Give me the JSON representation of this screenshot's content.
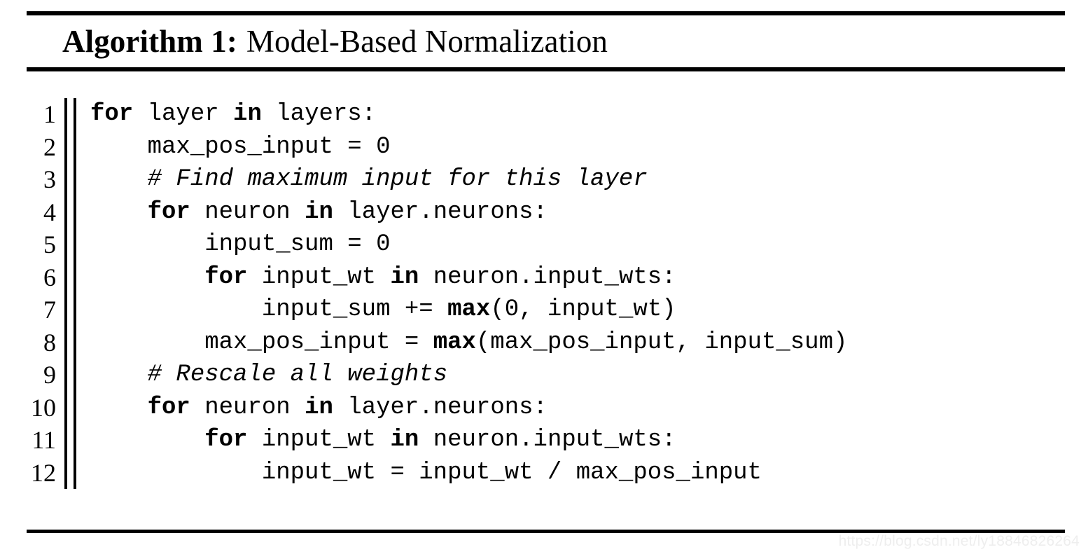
{
  "algorithm": {
    "caption": {
      "label": "Algorithm 1:",
      "title": "Model-Based Normalization"
    },
    "line_numbers": [
      "1",
      "2",
      "3",
      "4",
      "5",
      "6",
      "7",
      "8",
      "9",
      "10",
      "11",
      "12"
    ],
    "code_lines": [
      {
        "number": "1",
        "indent": 0,
        "text": "for layer in layers:",
        "tokens": [
          {
            "t": "for",
            "style": "bold"
          },
          {
            "t": " layer ",
            "style": "plain"
          },
          {
            "t": "in",
            "style": "bold"
          },
          {
            "t": " layers:",
            "style": "plain"
          }
        ]
      },
      {
        "number": "2",
        "indent": 4,
        "text": "max_pos_input = 0",
        "tokens": [
          {
            "t": "    max_pos_input = 0",
            "style": "plain"
          }
        ]
      },
      {
        "number": "3",
        "indent": 4,
        "text": "# Find maximum input for this layer",
        "tokens": [
          {
            "t": "    ",
            "style": "plain"
          },
          {
            "t": "# Find maximum input for this layer",
            "style": "italic"
          }
        ]
      },
      {
        "number": "4",
        "indent": 4,
        "text": "for neuron in layer.neurons:",
        "tokens": [
          {
            "t": "    ",
            "style": "plain"
          },
          {
            "t": "for",
            "style": "bold"
          },
          {
            "t": " neuron ",
            "style": "plain"
          },
          {
            "t": "in",
            "style": "bold"
          },
          {
            "t": " layer.neurons:",
            "style": "plain"
          }
        ]
      },
      {
        "number": "5",
        "indent": 8,
        "text": "input_sum = 0",
        "tokens": [
          {
            "t": "        input_sum = 0",
            "style": "plain"
          }
        ]
      },
      {
        "number": "6",
        "indent": 8,
        "text": "for input_wt in neuron.input_wts:",
        "tokens": [
          {
            "t": "        ",
            "style": "plain"
          },
          {
            "t": "for",
            "style": "bold"
          },
          {
            "t": " input_wt ",
            "style": "plain"
          },
          {
            "t": "in",
            "style": "bold"
          },
          {
            "t": " neuron.input_wts:",
            "style": "plain"
          }
        ]
      },
      {
        "number": "7",
        "indent": 12,
        "text": "input_sum += max(0, input_wt)",
        "tokens": [
          {
            "t": "            input_sum += ",
            "style": "plain"
          },
          {
            "t": "max",
            "style": "bold"
          },
          {
            "t": "(0, input_wt)",
            "style": "plain"
          }
        ]
      },
      {
        "number": "8",
        "indent": 8,
        "text": "max_pos_input = max(max_pos_input, input_sum)",
        "tokens": [
          {
            "t": "        max_pos_input = ",
            "style": "plain"
          },
          {
            "t": "max",
            "style": "bold"
          },
          {
            "t": "(max_pos_input, input_sum)",
            "style": "plain"
          }
        ]
      },
      {
        "number": "9",
        "indent": 4,
        "text": "# Rescale all weights",
        "tokens": [
          {
            "t": "    ",
            "style": "plain"
          },
          {
            "t": "# Rescale all weights",
            "style": "italic"
          }
        ]
      },
      {
        "number": "10",
        "indent": 4,
        "text": "for neuron in layer.neurons:",
        "tokens": [
          {
            "t": "    ",
            "style": "plain"
          },
          {
            "t": "for",
            "style": "bold"
          },
          {
            "t": " neuron ",
            "style": "plain"
          },
          {
            "t": "in",
            "style": "bold"
          },
          {
            "t": " layer.neurons:",
            "style": "plain"
          }
        ]
      },
      {
        "number": "11",
        "indent": 8,
        "text": "for input_wt in neuron.input_wts:",
        "tokens": [
          {
            "t": "        ",
            "style": "plain"
          },
          {
            "t": "for",
            "style": "bold"
          },
          {
            "t": " input_wt ",
            "style": "plain"
          },
          {
            "t": "in",
            "style": "bold"
          },
          {
            "t": " neuron.input_wts:",
            "style": "plain"
          }
        ]
      },
      {
        "number": "12",
        "indent": 12,
        "text": "input_wt = input_wt / max_pos_input",
        "tokens": [
          {
            "t": "            input_wt = input_wt / max_pos_input",
            "style": "plain"
          }
        ]
      }
    ]
  },
  "watermark": {
    "text": "https://blog.csdn.net/ly18846826264",
    "color": "#eeeeee"
  },
  "colors": {
    "ink": "#000000",
    "page": "#ffffff"
  }
}
